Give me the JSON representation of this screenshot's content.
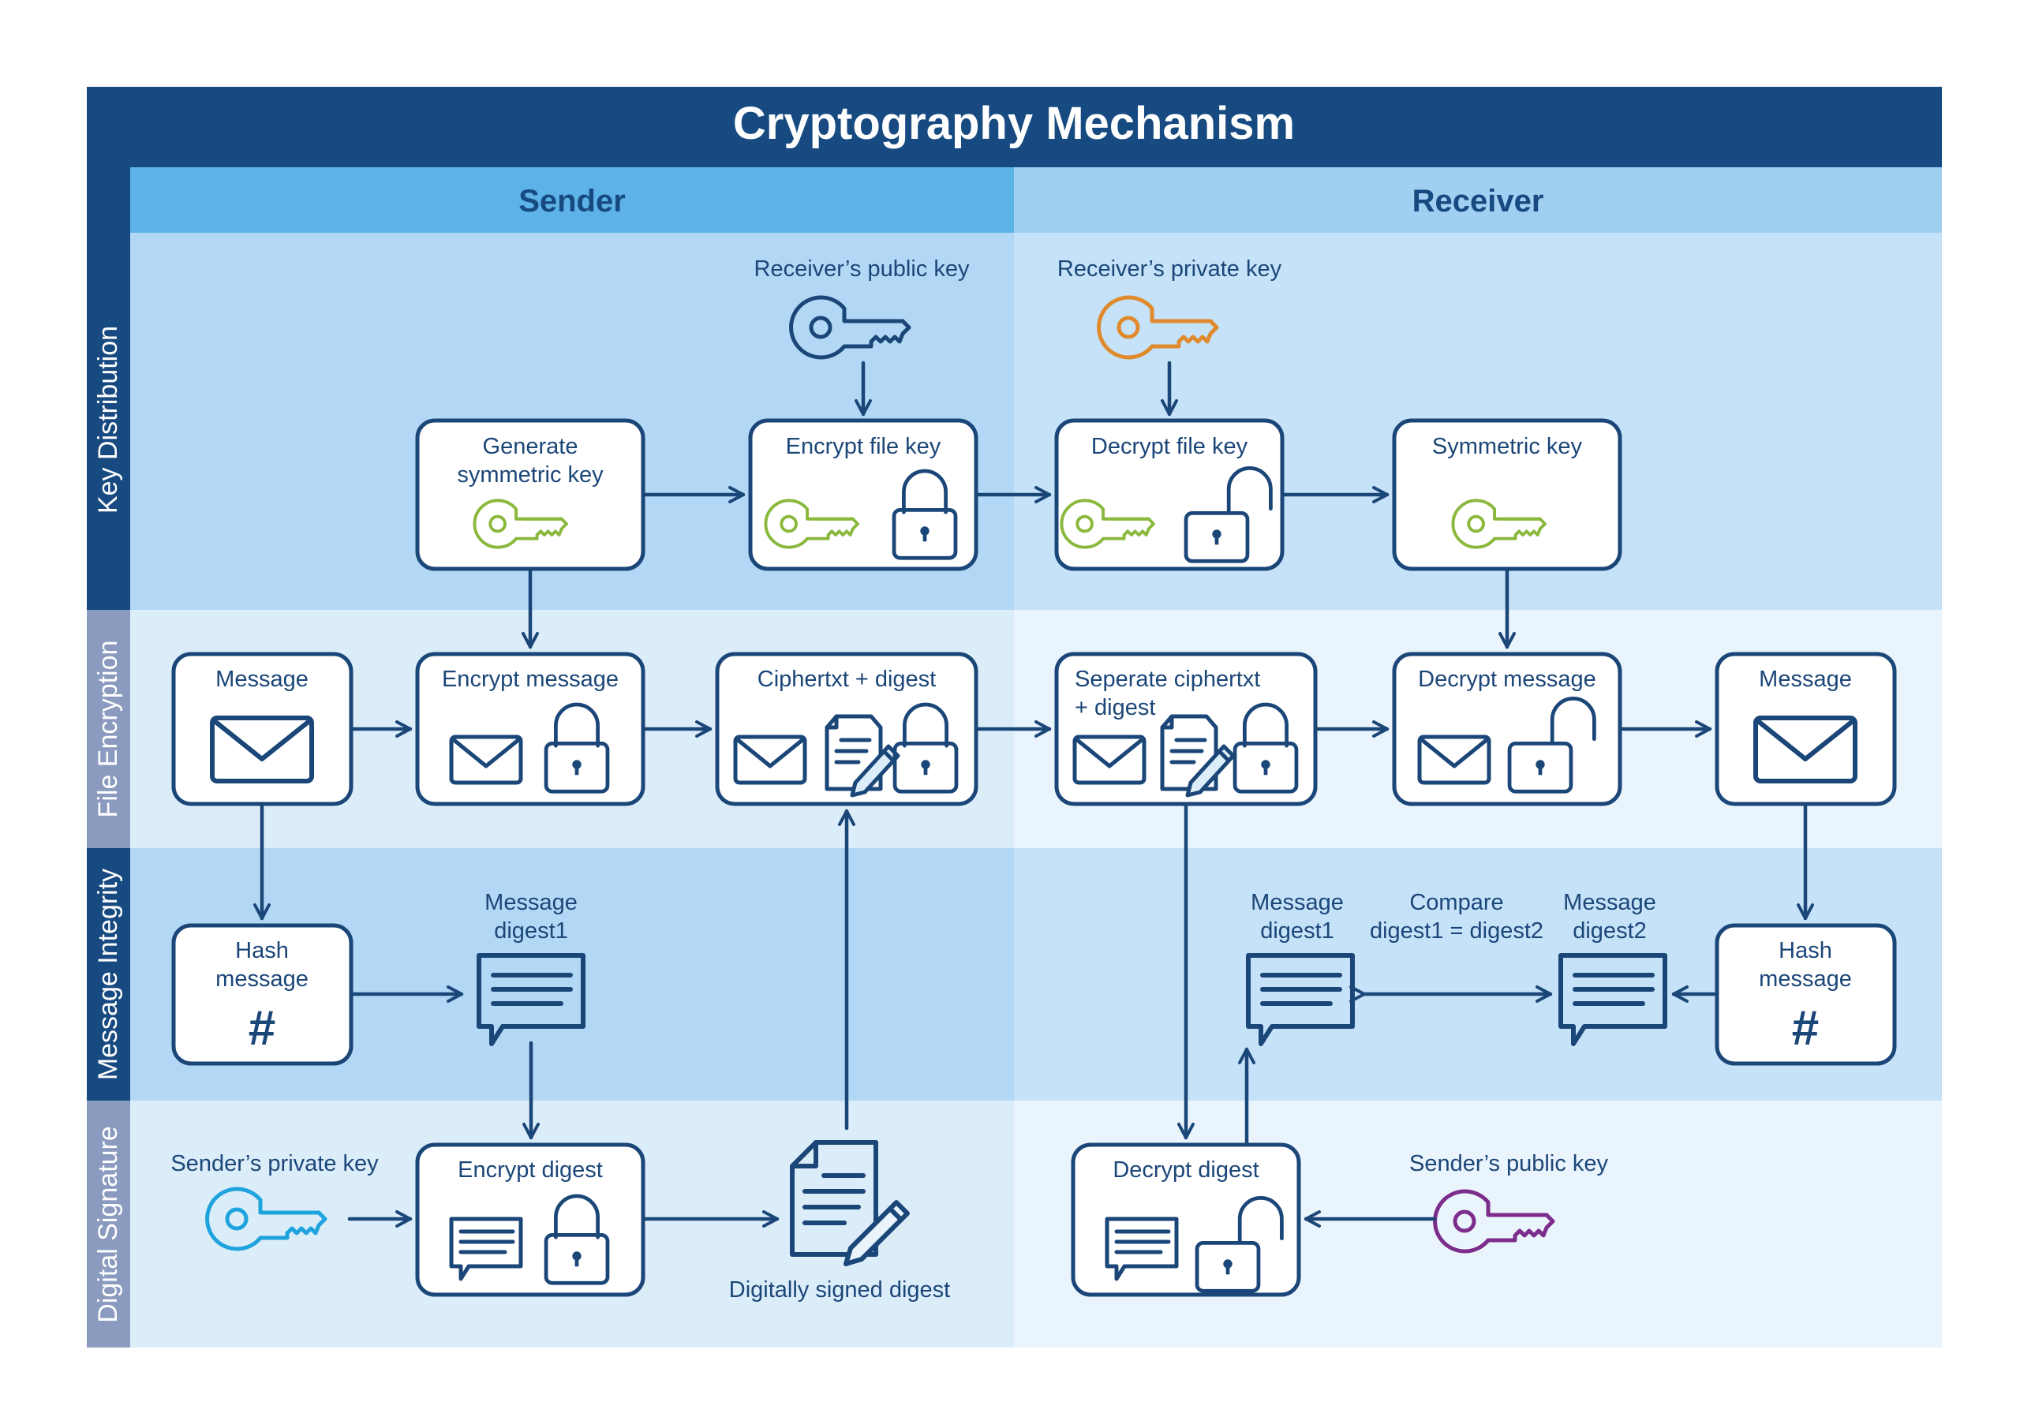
{
  "title": "Cryptography Mechanism",
  "columns": {
    "sender": "Sender",
    "receiver": "Receiver"
  },
  "lanes": {
    "key_distribution": "Key Distribution",
    "file_encryption": "File Encryption",
    "message_integrity": "Message Integrity",
    "digital_signature": "Digital Signature"
  },
  "keys": {
    "receiver_public": "Receiver’s public key",
    "receiver_private": "Receiver’s private key",
    "sender_private": "Sender’s private key",
    "sender_public": "Sender’s public key"
  },
  "boxes": {
    "generate_symmetric_line1": "Generate",
    "generate_symmetric_line2": "symmetric key",
    "encrypt_file_key": "Encrypt file key",
    "decrypt_file_key": "Decrypt file key",
    "symmetric_key": "Symmetric key",
    "message_sender": "Message",
    "encrypt_message": "Encrypt message",
    "ciphertext_digest": "Ciphertxt + digest",
    "separate_line1": "Seperate ciphertxt",
    "separate_line2": "+ digest",
    "decrypt_message": "Decrypt message",
    "message_receiver": "Message",
    "hash_sender_line1": "Hash",
    "hash_sender_line2": "message",
    "hash_receiver_line1": "Hash",
    "hash_receiver_line2": "message",
    "encrypt_digest": "Encrypt digest",
    "decrypt_digest": "Decrypt digest"
  },
  "labels": {
    "digest1_sender_line1": "Message",
    "digest1_sender_line2": "digest1",
    "digest1_receiver_line1": "Message",
    "digest1_receiver_line2": "digest1",
    "digest2_receiver_line1": "Message",
    "digest2_receiver_line2": "digest2",
    "compare_line1": "Compare",
    "compare_line2": "digest1 = digest2",
    "digitally_signed": "Digitally signed digest",
    "hash_symbol": "#"
  },
  "colors": {
    "navy": "#174a80",
    "stroke": "#1b4678",
    "header_sender": "#5db3e8",
    "header_receiver": "#a0cff2",
    "band_dark": "#b2d8f5",
    "band_mid": "#c5e2f8",
    "band_light": "#dcedfa",
    "band_lightest": "#eaf4fc",
    "lane_label_gray": "#8a9bbf",
    "key_navy": "#1b4678",
    "key_orange": "#e08a2e",
    "key_green": "#8ab83c",
    "key_cyan": "#1fa3dd",
    "key_purple": "#7c2d8c"
  }
}
